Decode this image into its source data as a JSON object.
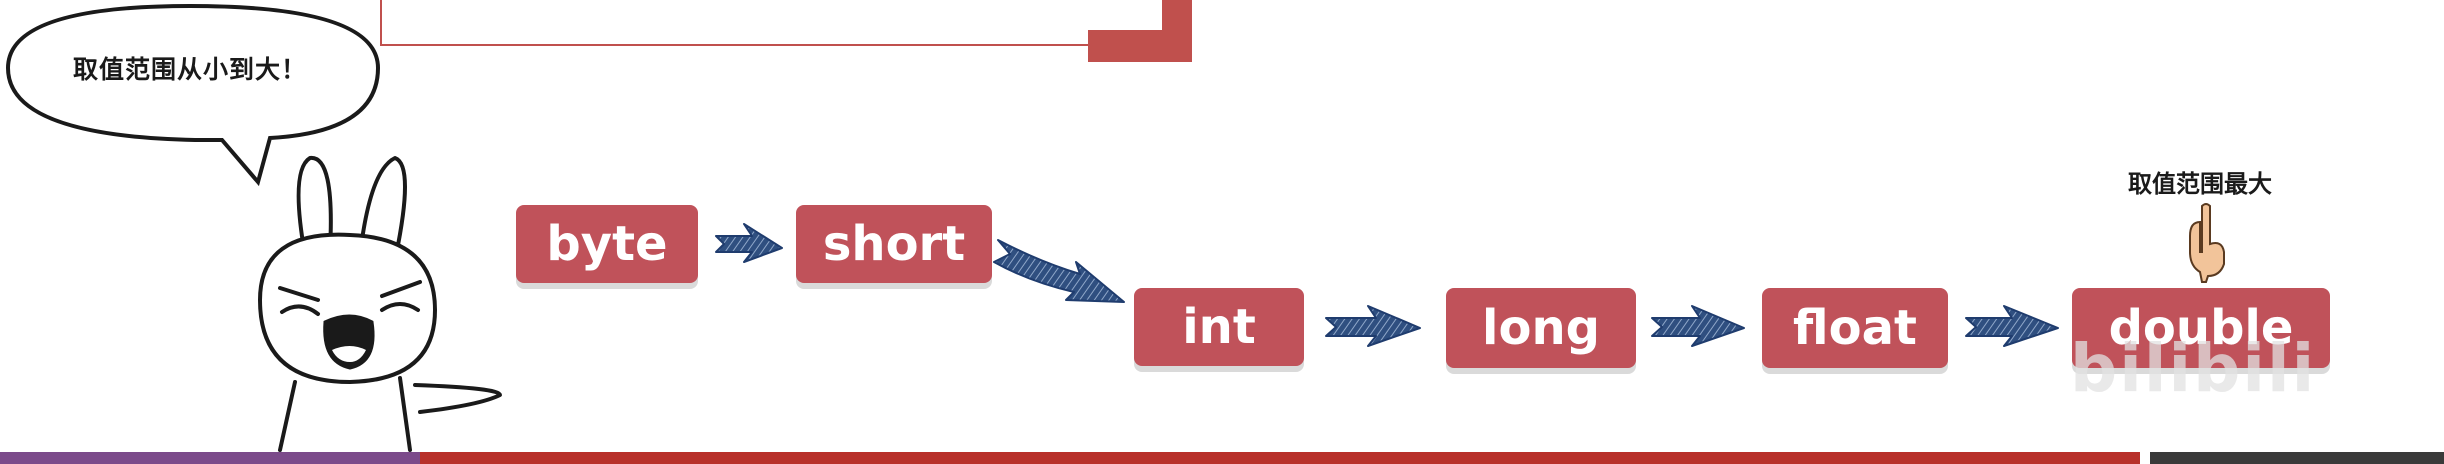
{
  "speech_bubble": {
    "text": "取值范围从小到大！"
  },
  "types": [
    {
      "label": "byte"
    },
    {
      "label": "short"
    },
    {
      "label": "int"
    },
    {
      "label": "long"
    },
    {
      "label": "float"
    },
    {
      "label": "double"
    }
  ],
  "max_label": "取值范围最大",
  "watermark": "bilibili",
  "colors": {
    "box_fill": "#c0525a",
    "arrow_fill": "#1f3c6e",
    "frame_accent": "#c0504d",
    "bottom_bar": "#b8302a"
  }
}
